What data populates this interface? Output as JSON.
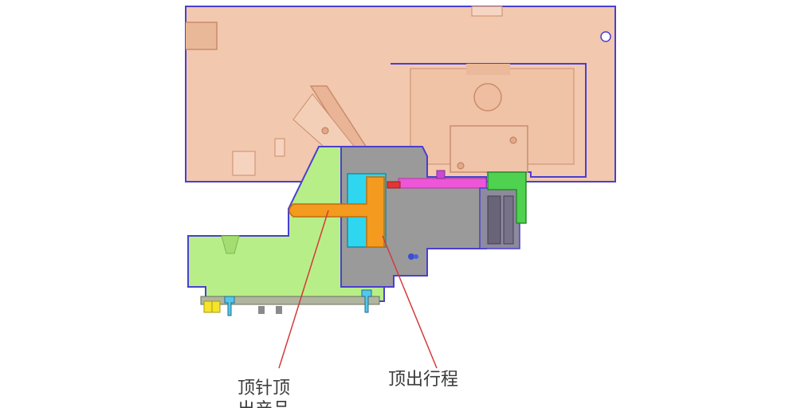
{
  "labels": {
    "ejector_pin_label_line1": "顶针顶",
    "ejector_pin_label_line2": "出产品",
    "stroke_label": "顶出行程"
  },
  "colors": {
    "mold_plate": "#f2c8ae",
    "mold_plate_shade": "#e6b597",
    "outline": "#4a3fd0",
    "slider_block": "#b8ee88",
    "lifter_body": "#9a9a9a",
    "inner_cavity": "#2fd6ef",
    "ejector_pin": "#f39a1f",
    "guide_pin": "#ee55d8",
    "lock_block": "#4fd24f",
    "base_plate": "#8e8a9e",
    "bolt": "#55c7ec",
    "leader_line": "#d43a3a"
  }
}
